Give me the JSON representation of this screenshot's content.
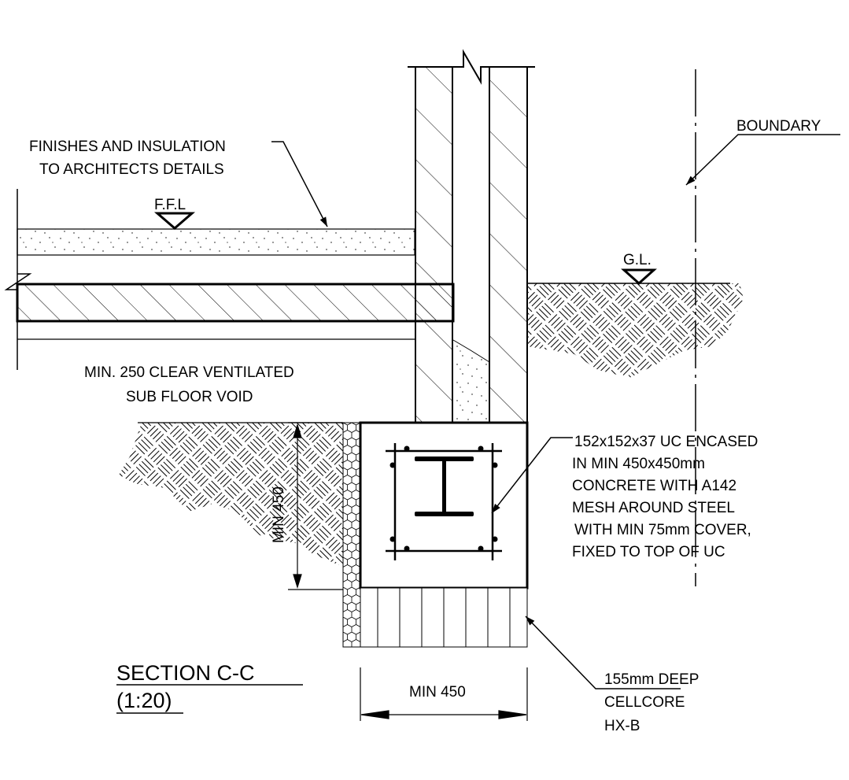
{
  "drawing": {
    "title": "SECTION C-C",
    "scale": "(1:20)",
    "colors": {
      "line": "#000000",
      "background": "#ffffff"
    },
    "labels": {
      "finishes_line1": "FINISHES AND INSULATION",
      "finishes_line2": "TO ARCHITECTS DETAILS",
      "ffl": "F.F.L",
      "boundary": "BOUNDARY",
      "gl": "G.L.",
      "void_line1": "MIN. 250 CLEAR VENTILATED",
      "void_line2": "SUB FLOOR VOID",
      "uc_lines": [
        "152x152x37 UC ENCASED",
        "IN MIN 450x450mm",
        "CONCRETE WITH A142",
        "MESH AROUND STEEL",
        "WITH MIN 75mm COVER,",
        "FIXED TO TOP OF UC"
      ],
      "cellcore_lines": [
        "155mm DEEP",
        "CELLCORE",
        "HX-B"
      ],
      "dim_vertical": "MIN 450",
      "dim_horizontal": "MIN 450"
    }
  }
}
